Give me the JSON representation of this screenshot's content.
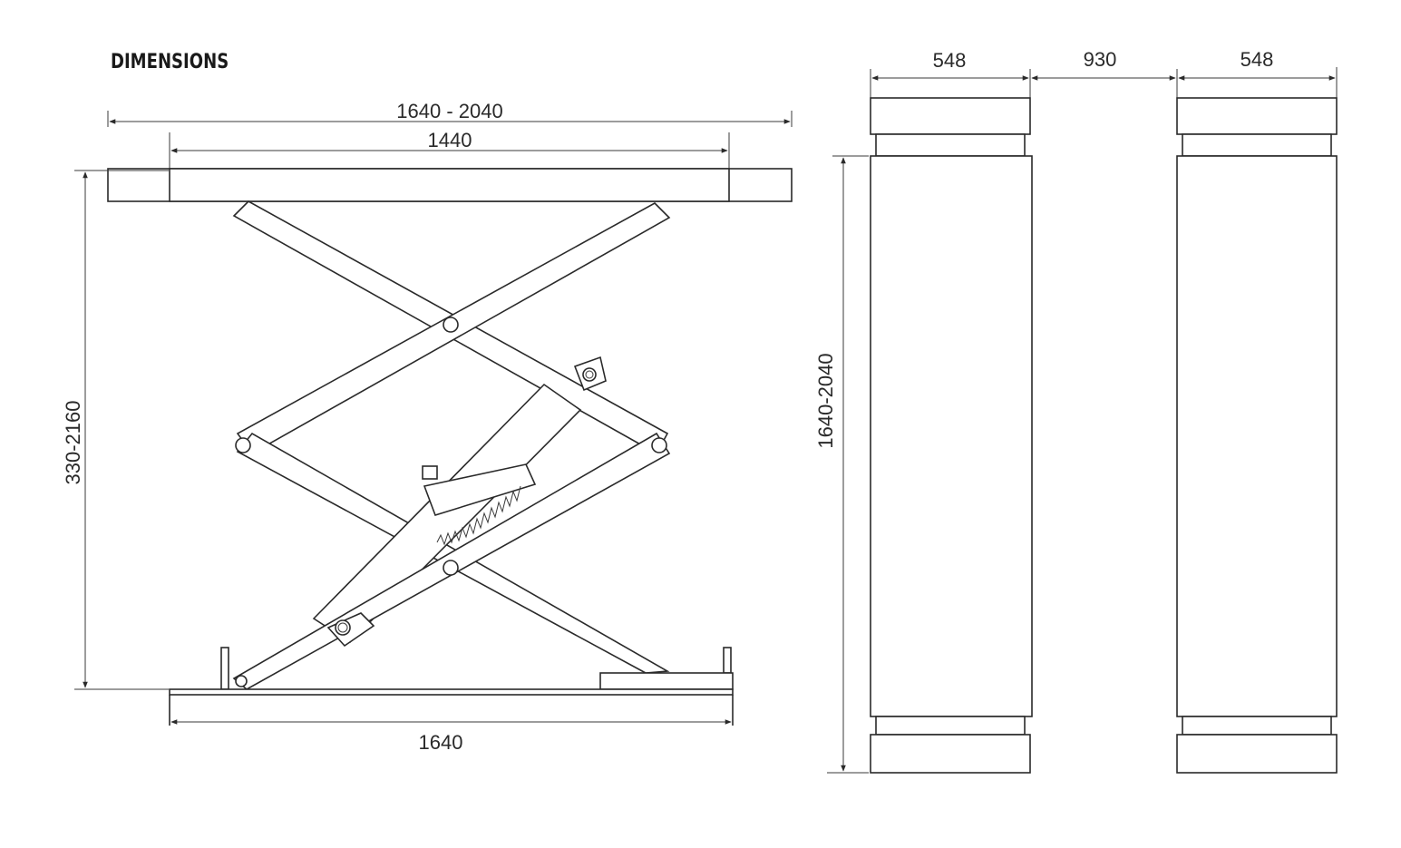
{
  "title": "DIMENSIONS",
  "side_view": {
    "overall_length_label": "1640 - 2040",
    "platform_length_label": "1440",
    "height_label": "330-2160",
    "base_length_label": "1640"
  },
  "top_view": {
    "platform_width_left_label": "548",
    "gap_label": "930",
    "platform_width_right_label": "548",
    "platform_length_label": "1640-2040"
  },
  "colors": {
    "line": "#2a2a2a",
    "background": "#ffffff"
  }
}
